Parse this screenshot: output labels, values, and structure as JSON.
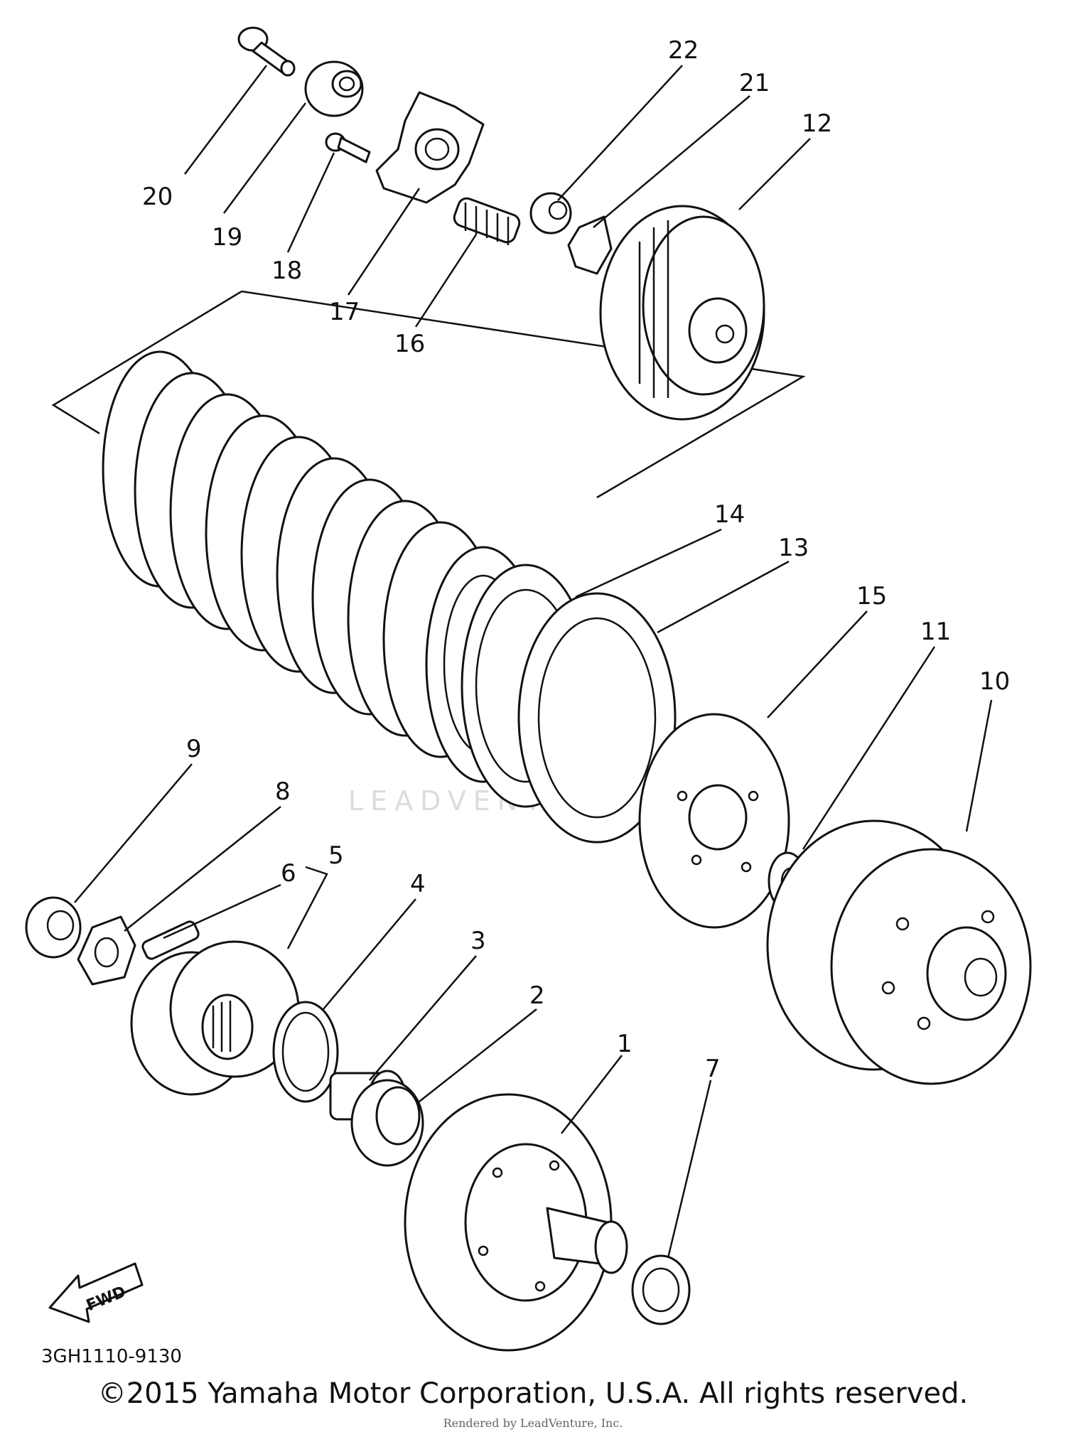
{
  "diagram": {
    "callouts": [
      "1",
      "2",
      "3",
      "4",
      "5",
      "6",
      "7",
      "8",
      "9",
      "10",
      "11",
      "12",
      "13",
      "14",
      "15",
      "16",
      "17",
      "18",
      "19",
      "20",
      "21",
      "22"
    ],
    "direction_label": "FWD",
    "part_code": "3GH1110-9130",
    "watermark": "LEADVENTURE"
  },
  "footer": {
    "copyright": "©2015 Yamaha Motor Corporation, U.S.A. All rights reserved.",
    "rendered_by": "Rendered by LeadVenture, Inc."
  }
}
